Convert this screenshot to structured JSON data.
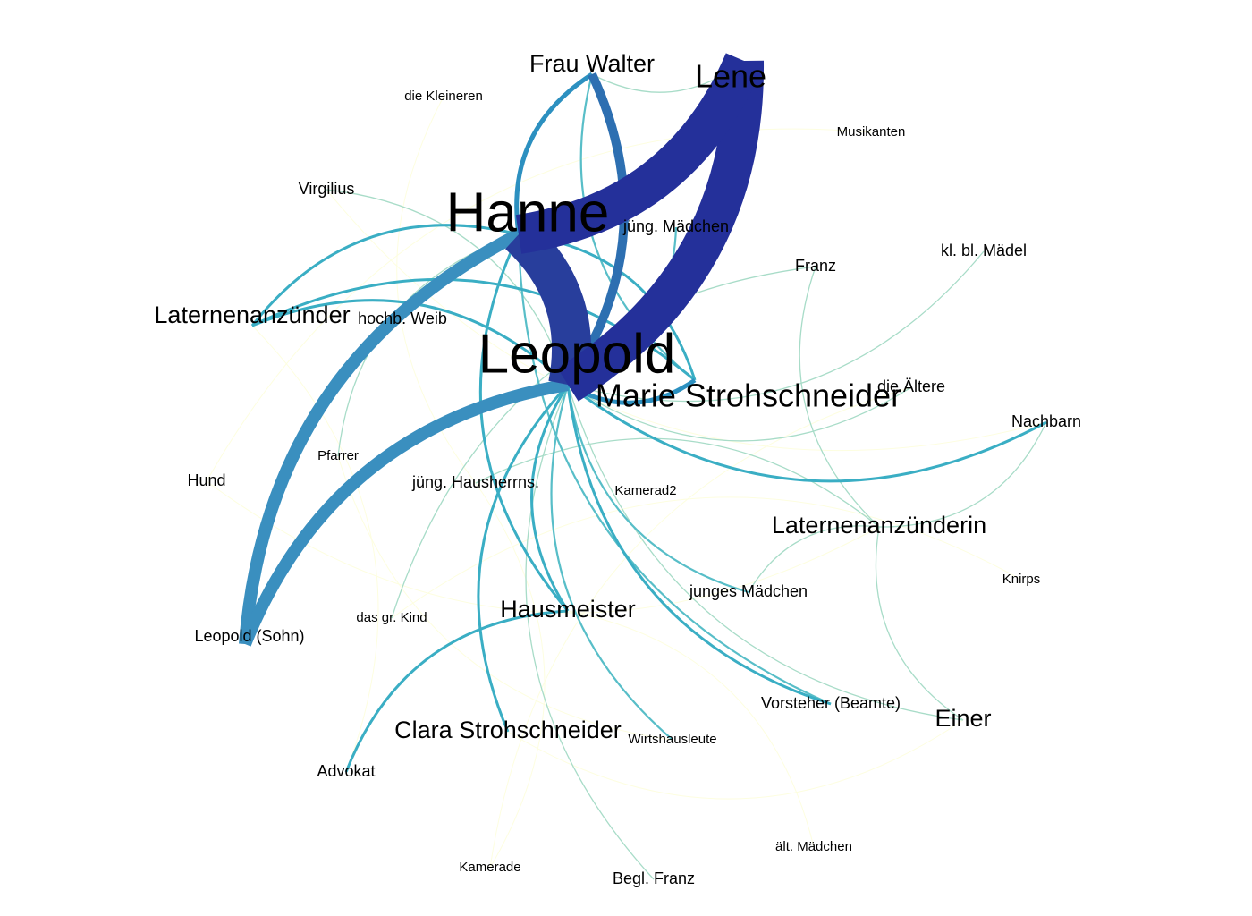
{
  "nodes": [
    {
      "id": "leopold",
      "label": "Leopold",
      "importance": 5
    },
    {
      "id": "hanne",
      "label": "Hanne",
      "importance": 5
    },
    {
      "id": "lene",
      "label": "Lene",
      "importance": 4
    },
    {
      "id": "frau_walter",
      "label": "Frau Walter",
      "importance": 3
    },
    {
      "id": "marie",
      "label": "Marie Strohschneider",
      "importance": 4
    },
    {
      "id": "laternenanzuender",
      "label": "Laternenanzünder",
      "importance": 3
    },
    {
      "id": "hochb_weib",
      "label": "hochb. Weib",
      "importance": 2
    },
    {
      "id": "jung_maedchen",
      "label": "jüng. Mädchen",
      "importance": 2
    },
    {
      "id": "virgilius",
      "label": "Virgilius",
      "importance": 2
    },
    {
      "id": "die_kleineren",
      "label": "die Kleineren",
      "importance": 1
    },
    {
      "id": "musikanten",
      "label": "Musikanten",
      "importance": 1
    },
    {
      "id": "kl_bl_maedel",
      "label": "kl. bl. Mädel",
      "importance": 2
    },
    {
      "id": "franz",
      "label": "Franz",
      "importance": 2
    },
    {
      "id": "die_aeltere",
      "label": "die Ältere",
      "importance": 2
    },
    {
      "id": "nachbarn",
      "label": "Nachbarn",
      "importance": 2
    },
    {
      "id": "pfarrer",
      "label": "Pfarrer",
      "importance": 1
    },
    {
      "id": "hund",
      "label": "Hund",
      "importance": 2
    },
    {
      "id": "jung_hausherrns",
      "label": "jüng. Hausherrns.",
      "importance": 2
    },
    {
      "id": "kamerad2",
      "label": "Kamerad2",
      "importance": 1
    },
    {
      "id": "laternenanzuenderin",
      "label": "Laternenanzünderin",
      "importance": 3
    },
    {
      "id": "knirps",
      "label": "Knirps",
      "importance": 1
    },
    {
      "id": "junges_maedchen",
      "label": "junges Mädchen",
      "importance": 2
    },
    {
      "id": "hausmeister",
      "label": "Hausmeister",
      "importance": 3
    },
    {
      "id": "das_gr_kind",
      "label": "das gr. Kind",
      "importance": 1
    },
    {
      "id": "leopold_sohn",
      "label": "Leopold (Sohn)",
      "importance": 2
    },
    {
      "id": "vorsteher",
      "label": "Vorsteher (Beamte)",
      "importance": 2
    },
    {
      "id": "einer",
      "label": "Einer",
      "importance": 3
    },
    {
      "id": "clara",
      "label": "Clara Strohschneider",
      "importance": 3
    },
    {
      "id": "wirtshausleute",
      "label": "Wirtshausleute",
      "importance": 1
    },
    {
      "id": "advokat",
      "label": "Advokat",
      "importance": 2
    },
    {
      "id": "kamerade",
      "label": "Kamerade",
      "importance": 1
    },
    {
      "id": "aelt_maedchen",
      "label": "ält. Mädchen",
      "importance": 1
    },
    {
      "id": "begl_franz",
      "label": "Begl. Franz",
      "importance": 2
    }
  ],
  "edges": [
    {
      "source": "leopold",
      "target": "lene",
      "weight": 10
    },
    {
      "source": "hanne",
      "target": "lene",
      "weight": 10
    },
    {
      "source": "leopold",
      "target": "hanne",
      "weight": 9
    },
    {
      "source": "hanne",
      "target": "leopold_sohn",
      "weight": 7
    },
    {
      "source": "leopold",
      "target": "leopold_sohn",
      "weight": 7
    },
    {
      "source": "leopold",
      "target": "frau_walter",
      "weight": 6
    },
    {
      "source": "frau_walter",
      "target": "hanne",
      "weight": 4
    },
    {
      "source": "leopold",
      "target": "marie",
      "weight": 4
    },
    {
      "source": "hanne",
      "target": "laternenanzuender",
      "weight": 3
    },
    {
      "source": "leopold",
      "target": "laternenanzuender",
      "weight": 3
    },
    {
      "source": "marie",
      "target": "laternenanzuender",
      "weight": 3
    },
    {
      "source": "leopold",
      "target": "nachbarn",
      "weight": 3
    },
    {
      "source": "marie",
      "target": "hanne",
      "weight": 3
    },
    {
      "source": "leopold",
      "target": "hausmeister",
      "weight": 3
    },
    {
      "source": "hanne",
      "target": "hausmeister",
      "weight": 3
    },
    {
      "source": "leopold",
      "target": "vorsteher",
      "weight": 3
    },
    {
      "source": "leopold",
      "target": "clara",
      "weight": 3
    },
    {
      "source": "hausmeister",
      "target": "advokat",
      "weight": 3
    },
    {
      "source": "leopold",
      "target": "wirtshausleute",
      "weight": 2
    },
    {
      "source": "leopold",
      "target": "jung_maedchen",
      "weight": 2
    },
    {
      "source": "frau_walter",
      "target": "marie",
      "weight": 2
    },
    {
      "source": "hanne",
      "target": "vorsteher",
      "weight": 2
    },
    {
      "source": "leopold",
      "target": "junges_maedchen",
      "weight": 2
    },
    {
      "source": "hanne",
      "target": "lene",
      "weight": 1
    },
    {
      "source": "frau_walter",
      "target": "lene",
      "weight": 1
    },
    {
      "source": "leopold",
      "target": "kl_bl_maedel",
      "weight": 1
    },
    {
      "source": "leopold",
      "target": "einer",
      "weight": 1
    },
    {
      "source": "leopold",
      "target": "begl_franz",
      "weight": 1
    },
    {
      "source": "hanne",
      "target": "pfarrer",
      "weight": 1
    },
    {
      "source": "leopold",
      "target": "die_aeltere",
      "weight": 1
    },
    {
      "source": "leopold",
      "target": "virgilius",
      "weight": 1
    },
    {
      "source": "franz",
      "target": "das_gr_kind",
      "weight": 1
    },
    {
      "source": "franz",
      "target": "laternenanzuenderin",
      "weight": 1
    },
    {
      "source": "laternenanzuenderin",
      "target": "junges_maedchen",
      "weight": 1
    },
    {
      "source": "laternenanzuenderin",
      "target": "nachbarn",
      "weight": 1
    },
    {
      "source": "laternenanzuenderin",
      "target": "einer",
      "weight": 1
    },
    {
      "source": "laternenanzuenderin",
      "target": "jung_hausherrns",
      "weight": 1
    },
    {
      "source": "die_kleineren",
      "target": "jung_hausherrns",
      "weight": 0
    },
    {
      "source": "musikanten",
      "target": "hund",
      "weight": 0
    },
    {
      "source": "hund",
      "target": "laternenanzuenderin",
      "weight": 0
    },
    {
      "source": "die_aeltere",
      "target": "kamerade",
      "weight": 0
    },
    {
      "source": "clara",
      "target": "einer",
      "weight": 0
    },
    {
      "source": "aelt_maedchen",
      "target": "hausmeister",
      "weight": 0
    },
    {
      "source": "virgilius",
      "target": "nachbarn",
      "weight": 0
    },
    {
      "source": "knirps",
      "target": "das_gr_kind",
      "weight": 0
    },
    {
      "source": "kamerade",
      "target": "jung_hausherrns",
      "weight": 0
    },
    {
      "source": "pfarrer",
      "target": "wirtshausleute",
      "weight": 0
    },
    {
      "source": "advokat",
      "target": "laternenanzuender",
      "weight": 0
    }
  ],
  "colors": {
    "w0": "#fdfee0",
    "w1": "#a8dcc8",
    "w2": "#58bec8",
    "w3": "#3aaec4",
    "w4": "#2c90c0",
    "w6": "#2d6fb1",
    "w7": "#3a8fbf",
    "w9": "#283e9c",
    "w10": "#24309a"
  }
}
